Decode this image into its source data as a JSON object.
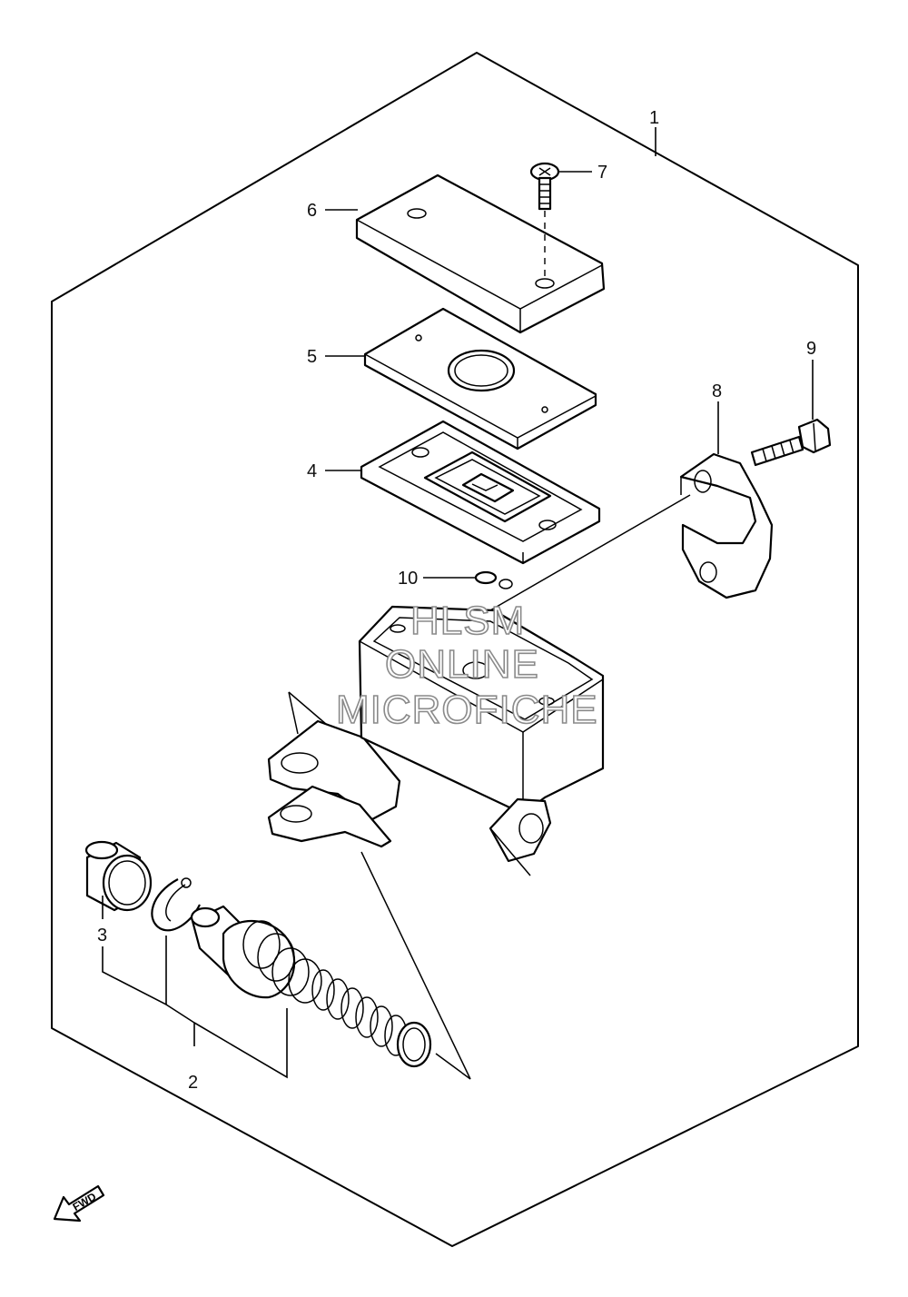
{
  "callouts": {
    "p1": "1",
    "p2": "2",
    "p3": "3",
    "p4": "4",
    "p5": "5",
    "p6": "6",
    "p7": "7",
    "p8": "8",
    "p9": "9",
    "p10": "10"
  },
  "watermark": {
    "line1": "HLSM",
    "line2": "ONLINE",
    "line3": "MICROFICHE"
  },
  "fwd_arrow": {
    "label": "FWD",
    "icon": "fwd-arrow-icon"
  }
}
